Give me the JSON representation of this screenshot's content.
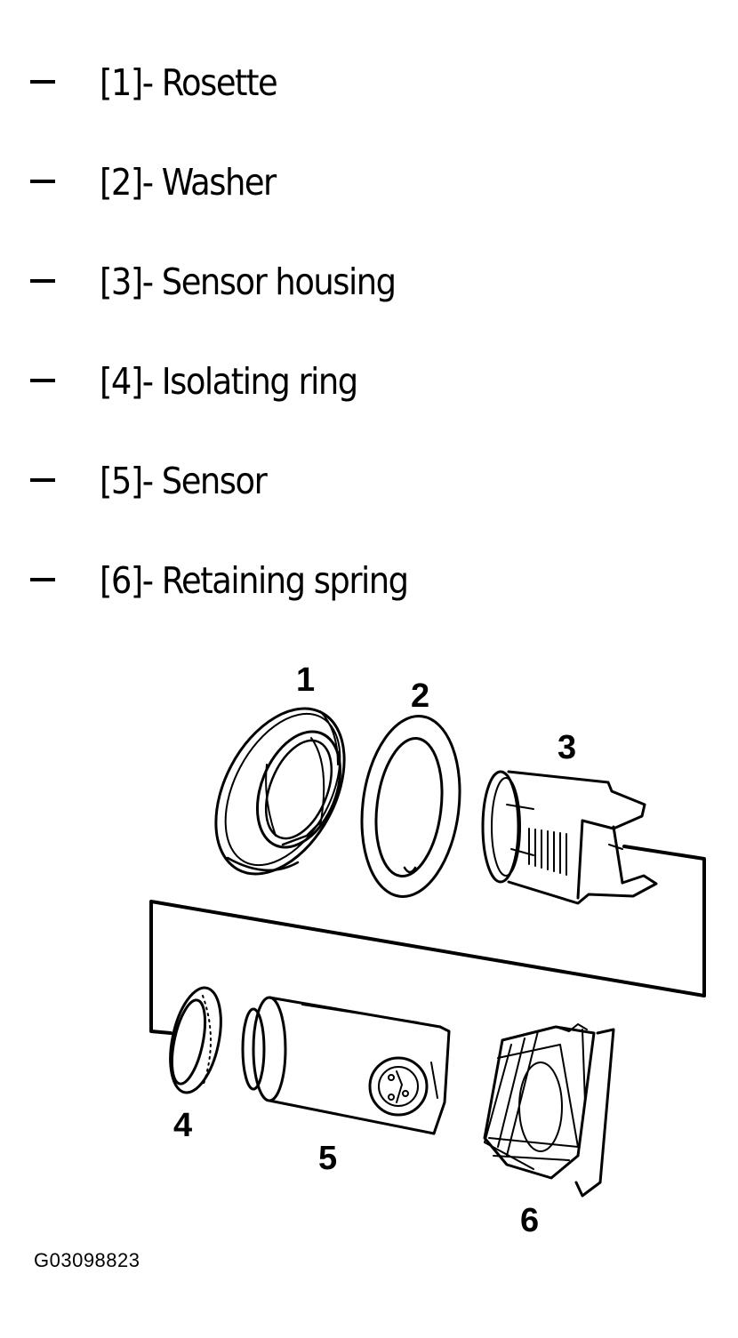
{
  "legend": {
    "dash": "–",
    "items": [
      {
        "text": "[1]- Rosette"
      },
      {
        "text": "[2]- Washer"
      },
      {
        "text": "[3]- Sensor housing"
      },
      {
        "text": "[4]- Isolating ring"
      },
      {
        "text": "[5]- Sensor"
      },
      {
        "text": "[6]- Retaining spring"
      }
    ]
  },
  "callouts": {
    "c1": "1",
    "c2": "2",
    "c3": "3",
    "c4": "4",
    "c5": "5",
    "c6": "6"
  },
  "figure_id": "G03098823"
}
